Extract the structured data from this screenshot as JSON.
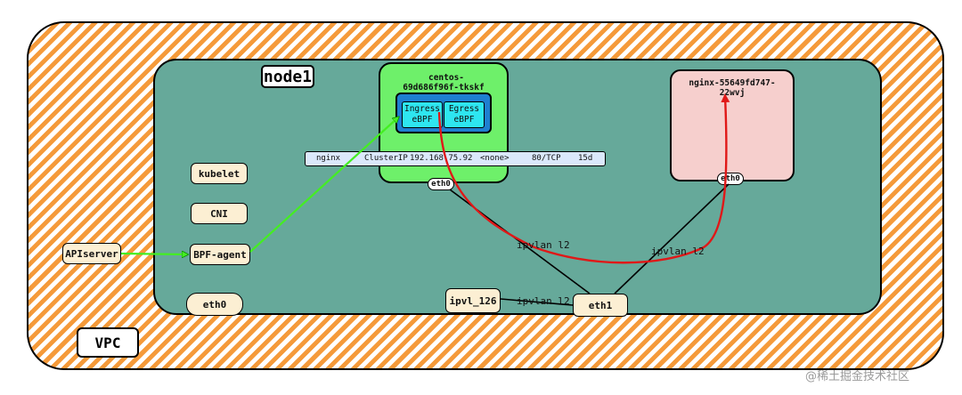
{
  "vpc_label": "VPC",
  "node_label": "node1",
  "components": {
    "kubelet": "kubelet",
    "cni": "CNI",
    "bpf_agent": "BPF-agent",
    "apiserver": "APIserver",
    "node_eth0": "eth0",
    "ipvl": "ipvl_126",
    "eth1": "eth1"
  },
  "pod_centos": {
    "name_line1": "centos-",
    "name_line2": "69d686f96f-tkskf",
    "ingress_line1": "Ingress",
    "ingress_line2": "eBPF",
    "egress_line1": "Egress",
    "egress_line2": "eBPF",
    "eth": "eth0"
  },
  "pod_nginx": {
    "name_line1": "nginx-55649fd747-",
    "name_line2": "22wvj",
    "eth": "eth0"
  },
  "service_row": {
    "name": "nginx",
    "type": "ClusterIP",
    "ip": "192.168.75.92",
    "external": "<none>",
    "port": "80/TCP",
    "age": "15d"
  },
  "link_labels": {
    "left": "ipvlan l2",
    "right": "ipvlan l2",
    "bottom": "ipvlan l2"
  },
  "colors": {
    "vpc_stripe": "#f59a3a",
    "node_fill": "#66a99a",
    "centos_pod": "#6ef06a",
    "nginx_pod": "#f6cfcd",
    "ebpf_outer": "#1e7fd0",
    "ebpf_inner": "#2ee6f0",
    "green_arrow": "#44ee22",
    "red_arrow": "#e01818"
  },
  "watermark": "@稀土掘金技术社区"
}
